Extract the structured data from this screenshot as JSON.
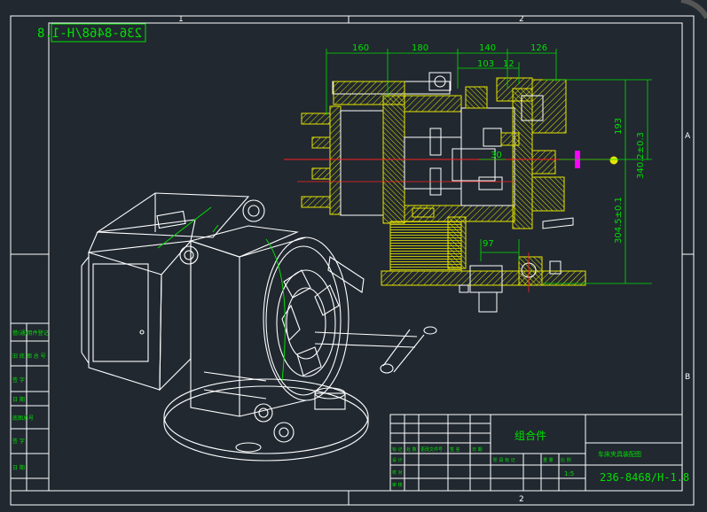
{
  "drawing": {
    "code_mirrored": "236-8468/H-1.8",
    "code": "236-8468/H-1.8",
    "assembly_title": "组合件",
    "part_name": "车床夹具装配图",
    "scale": "1:5"
  },
  "grid": {
    "col1": "1",
    "col2": "2",
    "col2_bottom": "2",
    "rowA": "A",
    "rowB": "B"
  },
  "dimensions": {
    "d160": "160",
    "d180": "180",
    "d140": "140",
    "d126": "126",
    "d103": "103",
    "d12": "12",
    "d193": "193",
    "d340": "340.2±0.3",
    "d304": "304.5±0.1",
    "d30": "30",
    "d97": "97"
  },
  "side_block": {
    "cells": [
      "借(通)用件登记",
      "旧 底 图 总 号",
      "签   字",
      "日   期",
      "底图总号",
      "签   字",
      "日   期"
    ]
  },
  "title_block": {
    "row_labels": [
      "标 记",
      "处 数",
      "更改文件号",
      "签 名",
      "日 期"
    ],
    "sign_labels": [
      "设 计",
      "校 对",
      "审 核"
    ],
    "stage_labels": [
      "阶 段 标 记",
      "重 量",
      "比 例"
    ]
  },
  "colors": {
    "background": "#212830",
    "line": "#ffffff",
    "dimension": "#00e000",
    "hatch": "#e6e600",
    "centerline": "#ff2020",
    "accent": "#ff00ff"
  }
}
